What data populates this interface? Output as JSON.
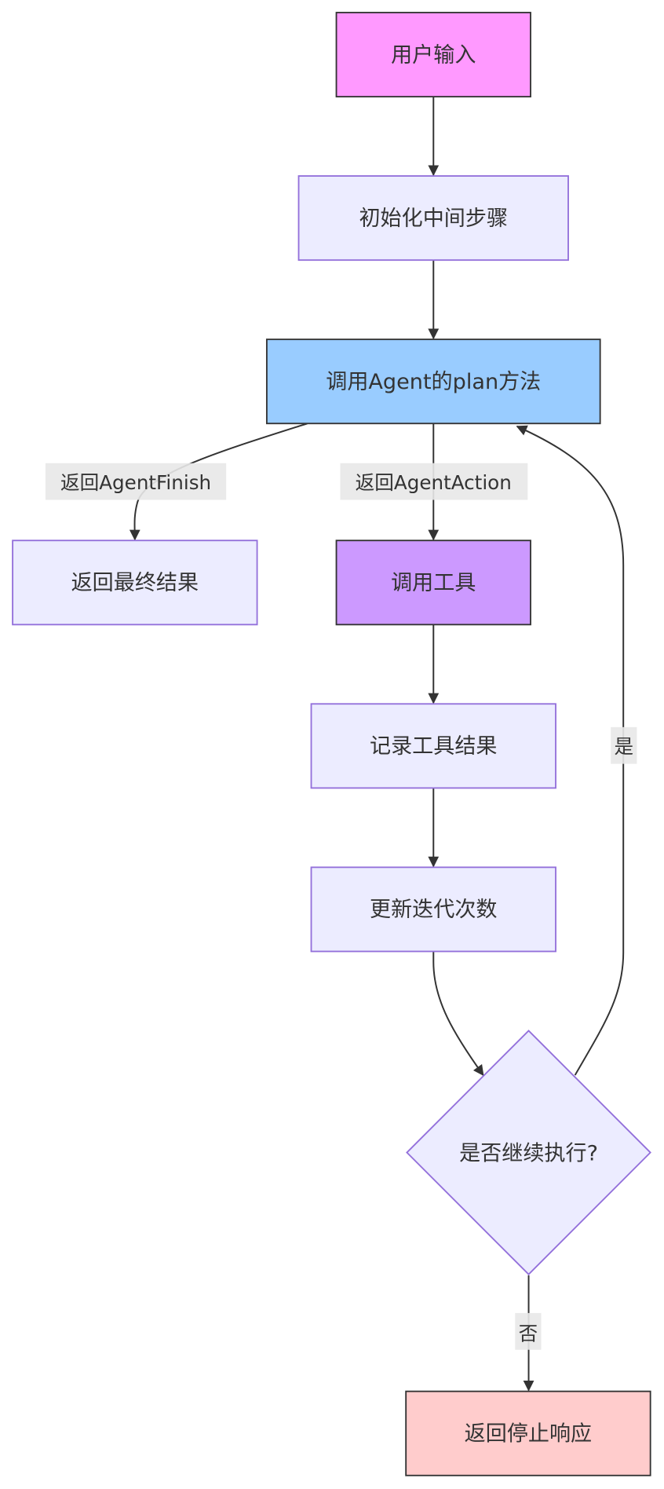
{
  "diagram": {
    "type": "flowchart",
    "nodes": [
      {
        "id": "input",
        "label": "用户输入",
        "shape": "rect",
        "fill": "#ff99ff",
        "stroke": "#333333"
      },
      {
        "id": "init",
        "label": "初始化中间步骤",
        "shape": "rect",
        "fill": "#ECECFF",
        "stroke": "#9370DB"
      },
      {
        "id": "plan",
        "label": "调用Agent的plan方法",
        "shape": "rect",
        "fill": "#99ccff",
        "stroke": "#333333"
      },
      {
        "id": "final",
        "label": "返回最终结果",
        "shape": "rect",
        "fill": "#ECECFF",
        "stroke": "#9370DB"
      },
      {
        "id": "tool",
        "label": "调用工具",
        "shape": "rect",
        "fill": "#cc99ff",
        "stroke": "#333333"
      },
      {
        "id": "record",
        "label": "记录工具结果",
        "shape": "rect",
        "fill": "#ECECFF",
        "stroke": "#9370DB"
      },
      {
        "id": "iter",
        "label": "更新迭代次数",
        "shape": "rect",
        "fill": "#ECECFF",
        "stroke": "#9370DB"
      },
      {
        "id": "decide",
        "label": "是否继续执行?",
        "shape": "diamond",
        "fill": "#ECECFF",
        "stroke": "#9370DB"
      },
      {
        "id": "stop",
        "label": "返回停止响应",
        "shape": "rect",
        "fill": "#ffcccc",
        "stroke": "#333333"
      }
    ],
    "edges": [
      {
        "from": "input",
        "to": "init",
        "label": ""
      },
      {
        "from": "init",
        "to": "plan",
        "label": ""
      },
      {
        "from": "plan",
        "to": "final",
        "label": "返回AgentFinish"
      },
      {
        "from": "plan",
        "to": "tool",
        "label": "返回AgentAction"
      },
      {
        "from": "tool",
        "to": "record",
        "label": ""
      },
      {
        "from": "record",
        "to": "iter",
        "label": ""
      },
      {
        "from": "iter",
        "to": "decide",
        "label": ""
      },
      {
        "from": "decide",
        "to": "plan",
        "label": "是"
      },
      {
        "from": "decide",
        "to": "stop",
        "label": "否"
      }
    ],
    "colors": {
      "edge": "#333333",
      "edge_label_bg": "#e8e8e8",
      "text": "#333333"
    }
  }
}
